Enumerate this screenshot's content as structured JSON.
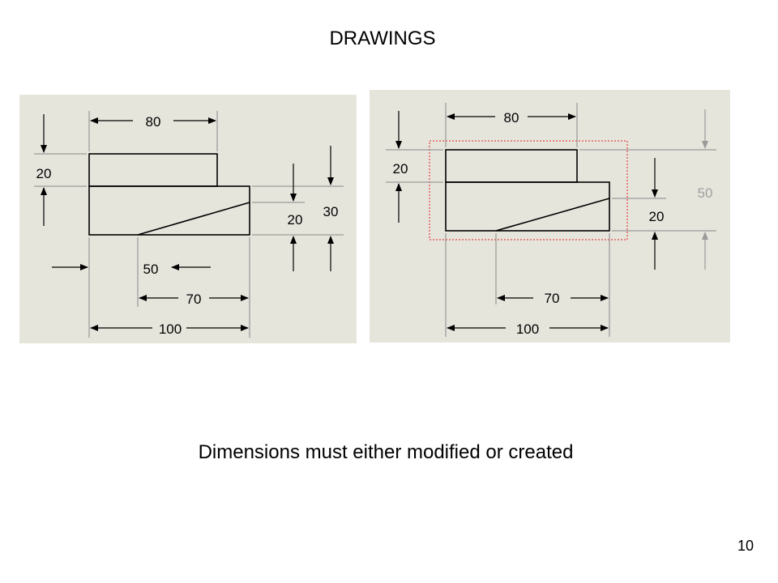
{
  "slide": {
    "title": "DRAWINGS",
    "caption": "Dimensions must either modified or created",
    "page_number": "10"
  },
  "colors": {
    "panel_bg": "#e6e5dc",
    "line": "#000000",
    "dim_line": "#555555",
    "selection_box": "#e02020",
    "inactive_dim_text": "#a0a0a0"
  },
  "left_drawing": {
    "dim_top_width": "80",
    "dim_upper_height": "20",
    "dim_right_inner_height": "20",
    "dim_right_outer_height": "30",
    "dim_bottom_offset": "50",
    "dim_bottom_slope": "70",
    "dim_bottom_total": "100"
  },
  "right_drawing": {
    "dim_top_width": "80",
    "dim_upper_height": "20",
    "dim_right_inner_height": "20",
    "dim_right_total_height": "50",
    "dim_bottom_slope": "70",
    "dim_bottom_total": "100"
  }
}
